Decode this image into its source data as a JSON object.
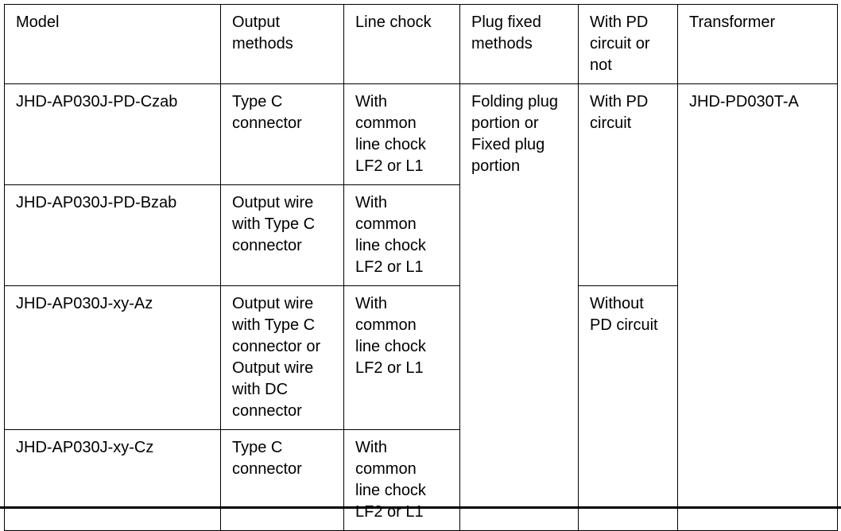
{
  "table": {
    "columns": [
      {
        "key": "model",
        "label": "Model"
      },
      {
        "key": "output",
        "label": "Output\nmethods"
      },
      {
        "key": "chock",
        "label": "Line chock"
      },
      {
        "key": "plug",
        "label": "Plug fixed\nmethods"
      },
      {
        "key": "pd",
        "label": "With PD\ncircuit or\nnot"
      },
      {
        "key": "transformer",
        "label": "Transformer"
      }
    ],
    "rows": [
      {
        "model": "JHD-AP030J-PD-Czab",
        "output": "Type C\nconnector",
        "chock": "With\ncommon\nline chock\nLF2 or L1"
      },
      {
        "model": "JHD-AP030J-PD-Bzab",
        "output": "Output wire\nwith Type C\nconnector",
        "chock": "With\ncommon\nline chock\nLF2 or L1"
      },
      {
        "model": "JHD-AP030J-xy-Az",
        "output": "Output wire\nwith Type C\nconnector or\nOutput wire\nwith DC\nconnector",
        "chock": "With\ncommon\nline chock\nLF2 or L1"
      },
      {
        "model": "JHD-AP030J-xy-Cz",
        "output": "Type C\nconnector",
        "chock": "With\ncommon\nline chock\nLF2 or L1"
      }
    ],
    "merged": {
      "plug_all_rows": "Folding plug\nportion or\nFixed plug\nportion",
      "pd_rows_1_2": "With PD\ncircuit",
      "pd_rows_3_4": "Without\nPD circuit",
      "transformer_all_rows": "JHD-PD030T-A"
    }
  },
  "colors": {
    "text": "#000000",
    "border": "#000000",
    "background": "#ffffff"
  }
}
